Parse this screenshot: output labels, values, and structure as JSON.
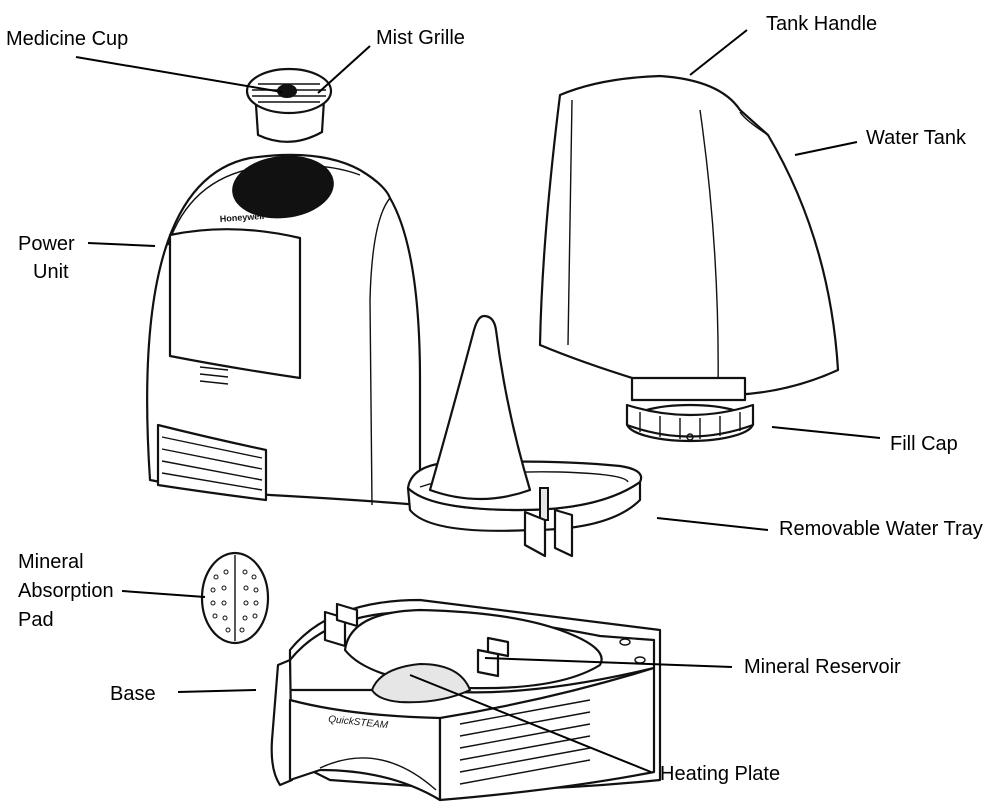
{
  "labels": {
    "medicine_cup": "Medicine Cup",
    "mist_grille": "Mist Grille",
    "power_unit_1": "Power",
    "power_unit_2": "Unit",
    "tank_handle": "Tank Handle",
    "water_tank": "Water Tank",
    "fill_cap": "Fill Cap",
    "removable_water_tray": "Removable Water Tray",
    "mineral_pad_1": "Mineral",
    "mineral_pad_2": "Absorption",
    "mineral_pad_3": "Pad",
    "base": "Base",
    "mineral_reservoir": "Mineral Reservoir",
    "heating_plate": "Heating Plate"
  },
  "brand": {
    "power_unit_logo": "Honeywell",
    "base_logo": "QuickSTEAM"
  },
  "colors": {
    "line": "#111111",
    "background": "#ffffff"
  }
}
